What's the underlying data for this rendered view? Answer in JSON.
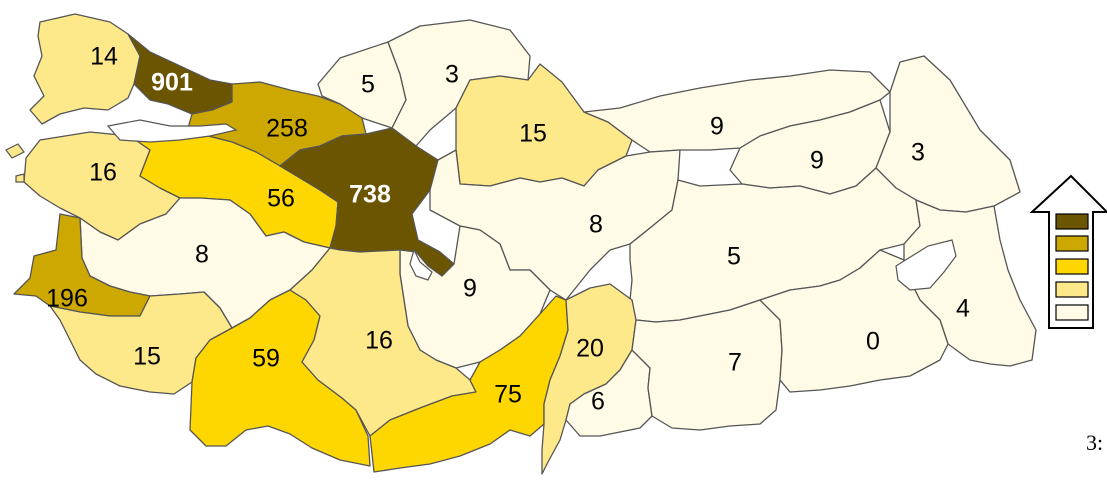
{
  "legend": {
    "direction_icon": "up-arrow-icon",
    "swatches": [
      "#6b5500",
      "#cca800",
      "#ffd700",
      "#fde98a",
      "#fffbe6"
    ]
  },
  "regions": [
    {
      "id": "thrace-west",
      "value": "14",
      "color": "#fde98a"
    },
    {
      "id": "istanbul",
      "value": "901",
      "color": "#6b5500"
    },
    {
      "id": "west-black-sea-1",
      "value": "5",
      "color": "#fffbe6"
    },
    {
      "id": "west-black-sea-2",
      "value": "3",
      "color": "#fffbe6"
    },
    {
      "id": "east-marmara",
      "value": "258",
      "color": "#cca800"
    },
    {
      "id": "central-black-sea",
      "value": "15",
      "color": "#fde98a"
    },
    {
      "id": "east-black-sea",
      "value": "9",
      "color": "#fffbe6"
    },
    {
      "id": "northeast-1",
      "value": "9",
      "color": "#fffbe6"
    },
    {
      "id": "northeast-2",
      "value": "3",
      "color": "#fffbe6"
    },
    {
      "id": "south-marmara",
      "value": "16",
      "color": "#fde98a"
    },
    {
      "id": "bursa",
      "value": "56",
      "color": "#ffd700"
    },
    {
      "id": "ankara",
      "value": "738",
      "color": "#6b5500"
    },
    {
      "id": "central-anatolia-east",
      "value": "8",
      "color": "#fffbe6"
    },
    {
      "id": "aegean-interior",
      "value": "8",
      "color": "#fffbe6"
    },
    {
      "id": "izmir",
      "value": "196",
      "color": "#cca800"
    },
    {
      "id": "konya",
      "value": "9",
      "color": "#fffbe6"
    },
    {
      "id": "east-anatolia-central",
      "value": "5",
      "color": "#fffbe6"
    },
    {
      "id": "van",
      "value": "4",
      "color": "#fffbe6"
    },
    {
      "id": "southwest-aegean",
      "value": "15",
      "color": "#fde98a"
    },
    {
      "id": "antalya",
      "value": "59",
      "color": "#ffd700"
    },
    {
      "id": "konya-south",
      "value": "16",
      "color": "#fde98a"
    },
    {
      "id": "adana",
      "value": "75",
      "color": "#ffd700"
    },
    {
      "id": "hatay-north",
      "value": "20",
      "color": "#fde98a"
    },
    {
      "id": "hatay-south",
      "value": "6",
      "color": "#fffbe6"
    },
    {
      "id": "southeast-1",
      "value": "7",
      "color": "#fffbe6"
    },
    {
      "id": "southeast-2",
      "value": "0",
      "color": "#fffbe6"
    }
  ],
  "page_number": "3:"
}
